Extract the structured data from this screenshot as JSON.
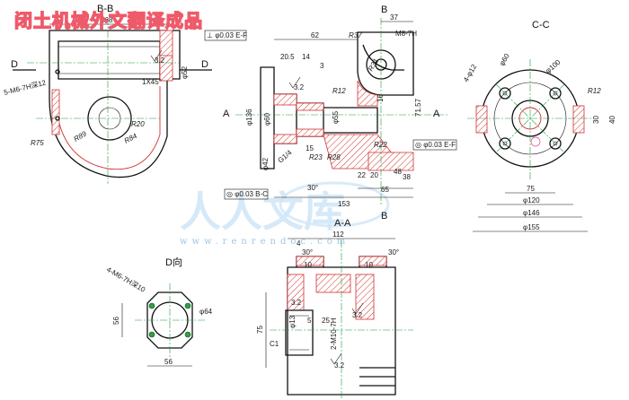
{
  "watermark": {
    "top_text": "闭土机械外文翻译成品",
    "mid_text": "人人文库",
    "url": "www.renrendoc.com"
  },
  "sections": {
    "bb": "B-B",
    "aa": "A-A",
    "cc": "C-C",
    "d_view": "D向",
    "b_top": "B",
    "b_bottom": "B",
    "a_left": "A",
    "a_right": "A",
    "d_left": "D",
    "d_right": "D"
  },
  "dims": {
    "d168": "168",
    "d62": "62",
    "d37": "37",
    "m8_7h": "M8-7H",
    "r37": "R37",
    "r31": "R31",
    "d20_5": "20.5",
    "d14": "14",
    "d3": "3",
    "d4_phi12": "4-φ12",
    "phi60_top": "φ60",
    "phi100": "φ100",
    "r12_cc": "R12",
    "five_m6": "5-M6-7H深12",
    "chamfer": "1X45°",
    "phi52": "φ52",
    "r20": "R20",
    "r84": "R84",
    "r89": "R89",
    "r75": "R75",
    "phi136": "φ136",
    "phi60": "φ60",
    "phi55": "φ55",
    "phi42": "φ42",
    "r12": "R12",
    "r22": "R22",
    "r28": "R28",
    "g14": "G1/4",
    "r23": "R23",
    "d15": "15",
    "d22": "22",
    "d20": "20",
    "d30_angle": "30°",
    "d153": "153",
    "d65": "65",
    "d71_57": "71.57",
    "d16": "16",
    "d48": "48",
    "d38": "38",
    "d30_cc": "30",
    "d40_cc": "40",
    "d75_cc": "75",
    "phi120": "φ120",
    "phi146": "φ146",
    "phi155": "φ155",
    "four_m6": "4-M6-7H深10",
    "phi64": "φ64",
    "d56_h": "56",
    "d56_v": "56",
    "d112": "112",
    "d4": "4",
    "d30a": "30°",
    "d30b": "30°",
    "d10a": "10",
    "d10b": "10",
    "phi13": "φ13",
    "d75_aa": "75",
    "c1": "C1",
    "d5": "5",
    "d25": "25",
    "two_m10": "2-M10-7H",
    "ra32a": "3.2",
    "ra32b": "3.2",
    "ra32c": "3.2",
    "ra32d": "3.2",
    "ra32e": "3.2"
  },
  "tolerances": {
    "perp_bb": "⊥ φ0.03 E-F",
    "coax_right": "◎ φ0.03 E-F",
    "coax_bottom": "◎ φ0.03 B-C"
  },
  "colors": {
    "outline": "#111111",
    "hatch": "#d23030",
    "centerline": "#1f9a3a",
    "watermark_red": "#ee5a6a",
    "watermark_blue": "#cfe6f7"
  }
}
